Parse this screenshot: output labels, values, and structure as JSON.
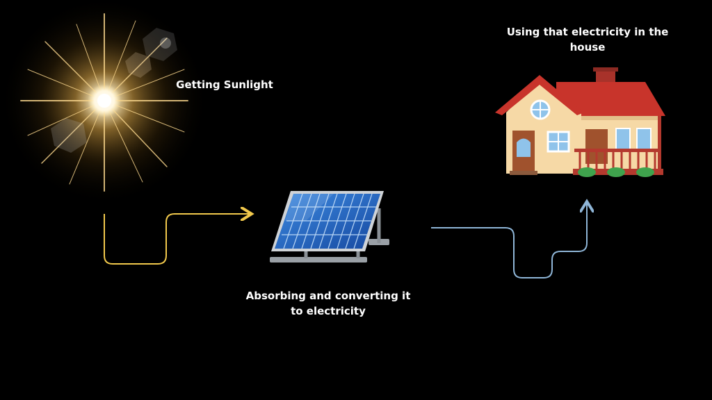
{
  "diagram": {
    "steps": [
      {
        "id": "sun",
        "label": "Getting Sunlight"
      },
      {
        "id": "panel",
        "label": "Absorbing and converting it to electricity"
      },
      {
        "id": "house",
        "label": "Using  that electricity in the house"
      }
    ],
    "colors": {
      "background": "#000000",
      "arrow_sun_to_panel": "#F2C94C",
      "arrow_panel_to_house": "#8FB6D8",
      "panel_blue": "#1F5FB8",
      "roof_red": "#C8342B",
      "wall_cream": "#F6D9A6"
    },
    "icons": [
      "sun-icon",
      "solar-panel-icon",
      "house-icon"
    ]
  }
}
